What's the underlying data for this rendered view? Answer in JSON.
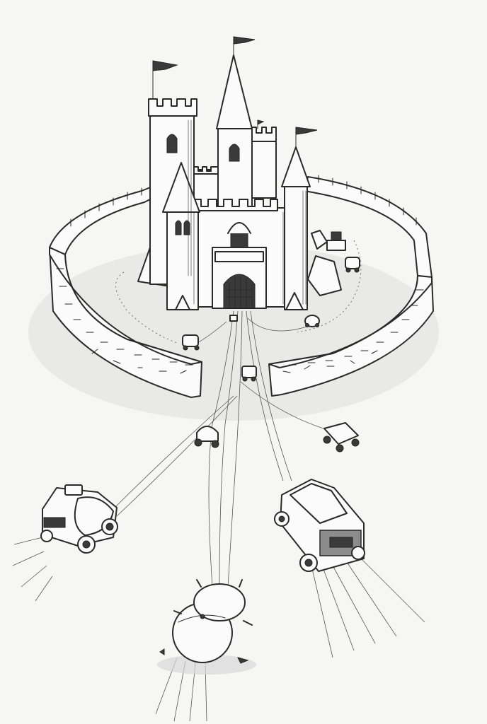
{
  "scene": {
    "style": "pencil sketch",
    "colors": {
      "paper": "#f6f6f5",
      "ink": "#2a2a2a",
      "shadow": "#d9d9d9"
    },
    "subjects": [
      "castle",
      "curtain-wall",
      "flags",
      "vehicles",
      "tire-tracks"
    ]
  }
}
